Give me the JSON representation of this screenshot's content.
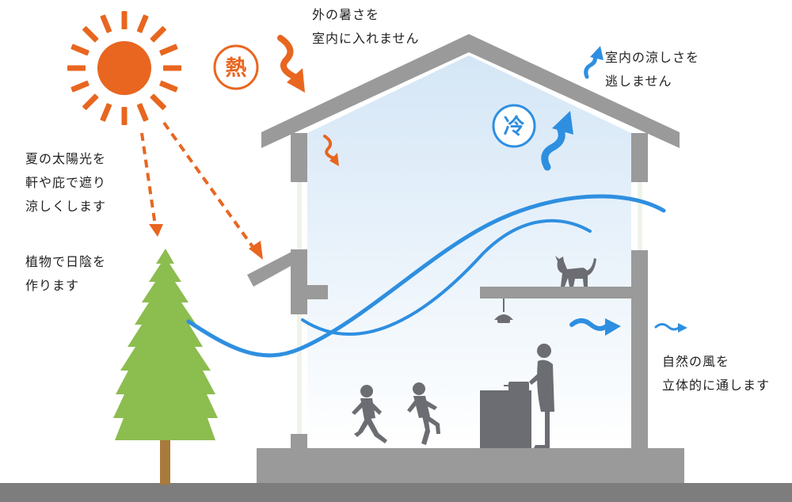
{
  "captions": {
    "heat_outside": {
      "line1": "外の暑さを",
      "line2": "室内に入れません"
    },
    "cool_inside": {
      "line1": "室内の涼しさを",
      "line2": "逃しません"
    },
    "summer_sun": {
      "line1": "夏の太陽光を",
      "line2": "軒や庇で遮り",
      "line3": "涼しくします"
    },
    "plants_shade": {
      "line1": "植物で日陰を",
      "line2": "作ります"
    },
    "natural_wind": {
      "line1": "自然の風を",
      "line2": "立体的に通します"
    }
  },
  "badges": {
    "heat": "熱",
    "cool": "冷"
  },
  "icons": {
    "sun": "sun-icon",
    "heat_arrow": "heat-wave-arrow-icon",
    "cool_arrow": "cool-wave-arrow-icon",
    "wind": "wind-stream-icon",
    "tree": "tree-icon",
    "cat": "cat-icon",
    "lamp": "pendant-lamp-icon",
    "kitchen": "kitchen-counter-icon",
    "person": "person-icon"
  },
  "colors": {
    "heat": "#e8661f",
    "cool": "#2e8fe0",
    "house": "#9a9a9a",
    "interior_top": "#d4e6f6",
    "interior_bottom": "#ffffff",
    "tree": "#8cbd4f",
    "trunk": "#a87a3c",
    "silhouette": "#6b6d72",
    "ground": "#7d7d7d"
  }
}
